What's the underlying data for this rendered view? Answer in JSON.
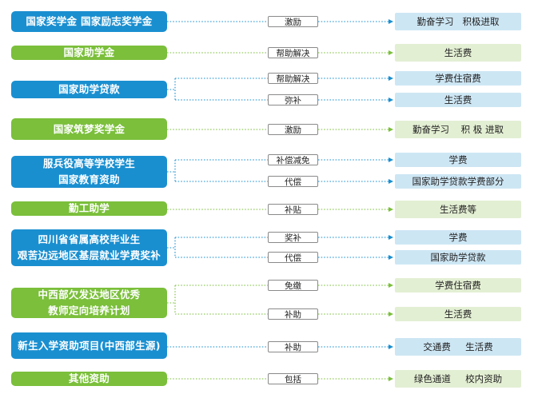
{
  "colors": {
    "blue": "#1a8fd0",
    "green": "#7bbf3b",
    "blue_result": "#cde6f4",
    "green_result": "#e3efd3",
    "blue_line": "#1a8fd0",
    "green_line": "#7bbf3b"
  },
  "programs": [
    {
      "label": [
        "国家奖学金  国家励志奖学金"
      ],
      "color": "blue",
      "branches": [
        {
          "action": "激励",
          "result": "勤奋学习   积极进取"
        }
      ]
    },
    {
      "label": [
        "国家助学金"
      ],
      "color": "green",
      "branches": [
        {
          "action": "帮助解决",
          "result": "生活费"
        }
      ]
    },
    {
      "label": [
        "国家助学贷款"
      ],
      "color": "blue",
      "branches": [
        {
          "action": "帮助解决",
          "result": "学费住宿费"
        },
        {
          "action": "弥补",
          "result": "生活费"
        }
      ]
    },
    {
      "label": [
        "国家筑梦奖学金"
      ],
      "color": "green",
      "branches": [
        {
          "action": "激励",
          "result": "勤奋学习    积 极 进取"
        }
      ]
    },
    {
      "label": [
        "服兵役高等学校学生",
        "国家教育资助"
      ],
      "color": "blue",
      "branches": [
        {
          "action": "补偿减免",
          "result": "学费"
        },
        {
          "action": "代偿",
          "result": "国家助学贷款学费部分"
        }
      ]
    },
    {
      "label": [
        "勤工助学"
      ],
      "color": "green",
      "branches": [
        {
          "action": "补贴",
          "result": "生活费等"
        }
      ]
    },
    {
      "label": [
        "四川省省属高校毕业生",
        "艰苦边远地区基层就业学费奖补"
      ],
      "color": "blue",
      "branches": [
        {
          "action": "奖补",
          "result": "学费"
        },
        {
          "action": "代偿",
          "result": "国家助学贷款"
        }
      ]
    },
    {
      "label": [
        "中西部欠发达地区优秀",
        "教师定向培养计划"
      ],
      "color": "green",
      "branches": [
        {
          "action": "免缴",
          "result": "学费住宿费"
        },
        {
          "action": "补助",
          "result": "生活费"
        }
      ]
    },
    {
      "label": [
        "新生入学资助项目(中西部生源)"
      ],
      "color": "blue",
      "branches": [
        {
          "action": "补助",
          "result": "交通费     生活费"
        }
      ]
    },
    {
      "label": [
        "其他资助"
      ],
      "color": "green",
      "branches": [
        {
          "action": "包括",
          "result": "绿色通道     校内资助"
        }
      ]
    }
  ]
}
